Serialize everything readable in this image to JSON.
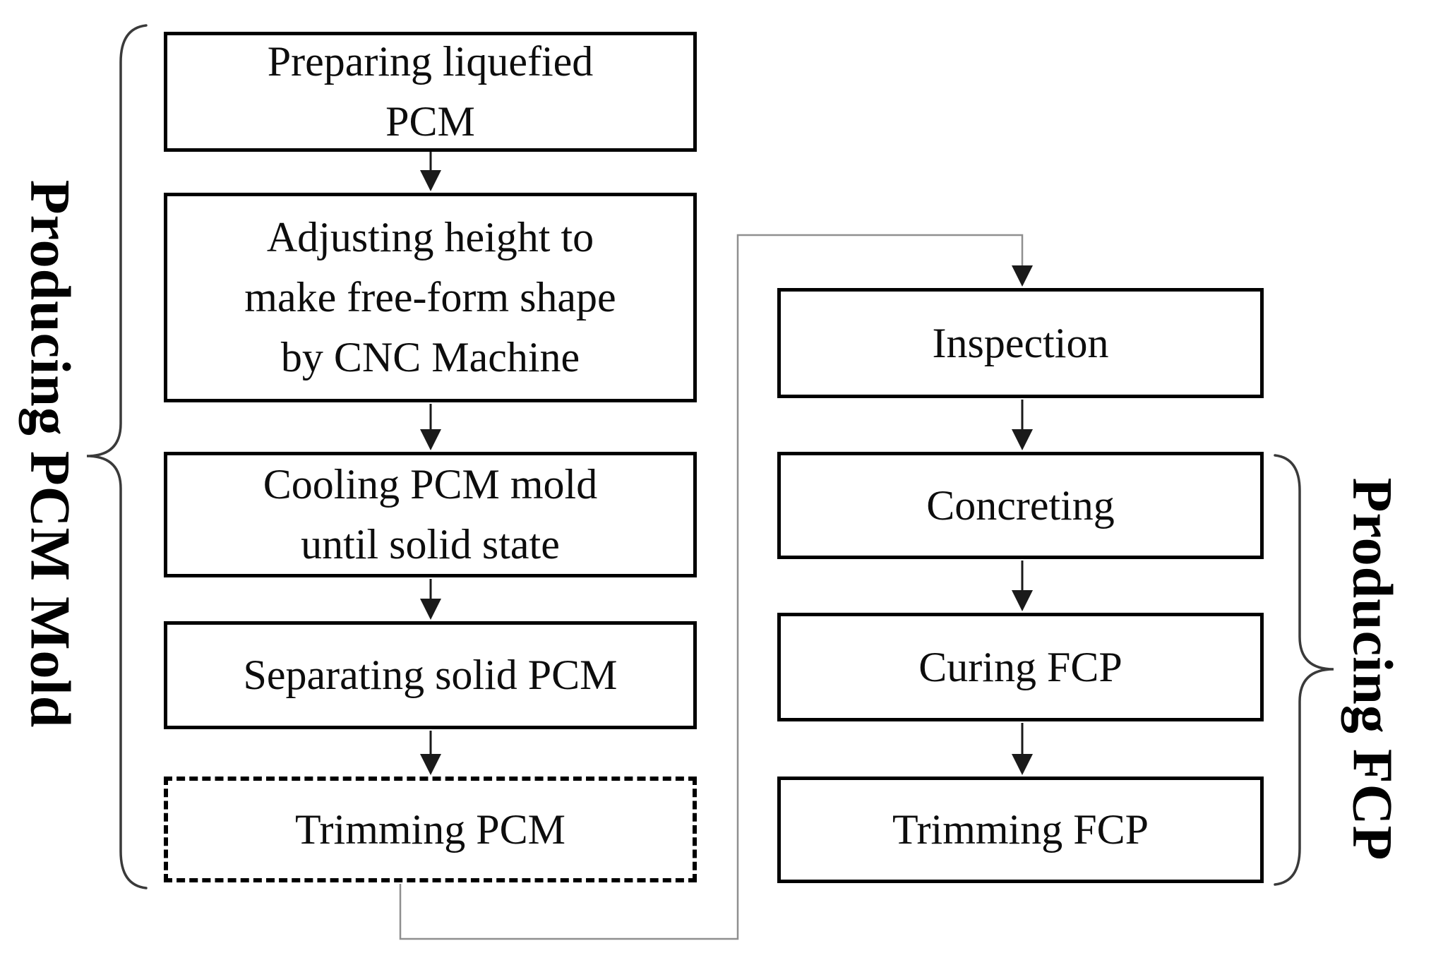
{
  "figure": {
    "left_group": {
      "label": "Producing PCM Mold",
      "steps": [
        {
          "label": "Preparing liquefied\nPCM"
        },
        {
          "label": "Adjusting height to\nmake free-form shape\nby CNC Machine"
        },
        {
          "label": "Cooling PCM mold\nuntil solid state"
        },
        {
          "label": "Separating solid PCM"
        },
        {
          "label": "Trimming PCM",
          "border": "dashed"
        }
      ]
    },
    "right_group": {
      "label": "Producing FCP",
      "steps": [
        {
          "label": "Inspection"
        },
        {
          "label": "Concreting"
        },
        {
          "label": "Curing FCP"
        },
        {
          "label": "Trimming FCP"
        }
      ]
    },
    "colors": {
      "background": "#ffffff",
      "box_border": "#000000",
      "text": "#0d0d0d",
      "arrow": "#1a1a1a",
      "connector": "#8f8f8f",
      "brace": "#3a3a3a"
    }
  }
}
